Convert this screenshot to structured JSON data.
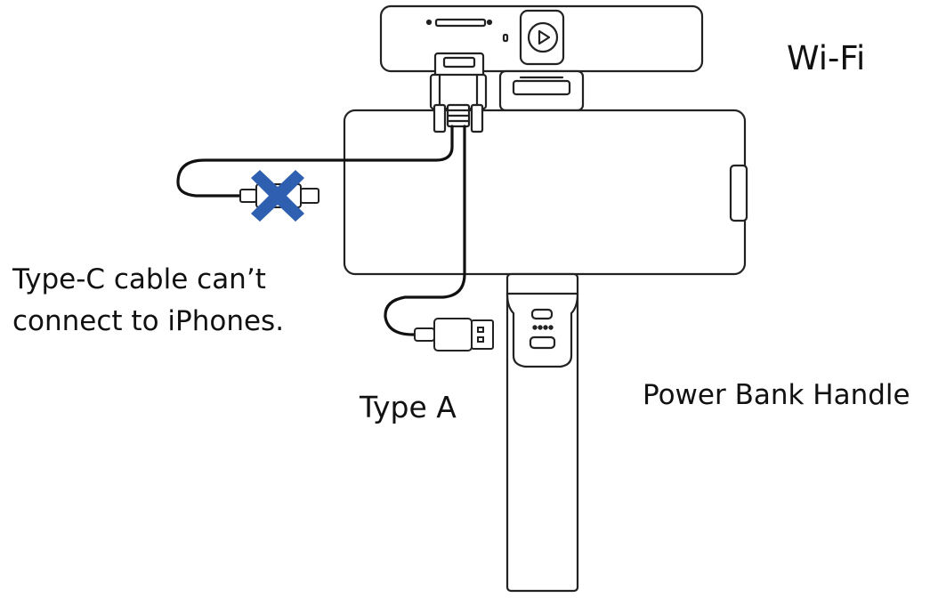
{
  "labels": {
    "wifi": "Wi-Fi",
    "typec_line1": "Type-C cable can’t",
    "typec_line2": "connect to iPhones.",
    "type_a": "Type A",
    "power_bank_handle": "Power Bank Handle"
  },
  "colors": {
    "line": "#222222",
    "cable": "#111111",
    "cross_mark": "#2f5fb0",
    "background": "#ffffff"
  }
}
